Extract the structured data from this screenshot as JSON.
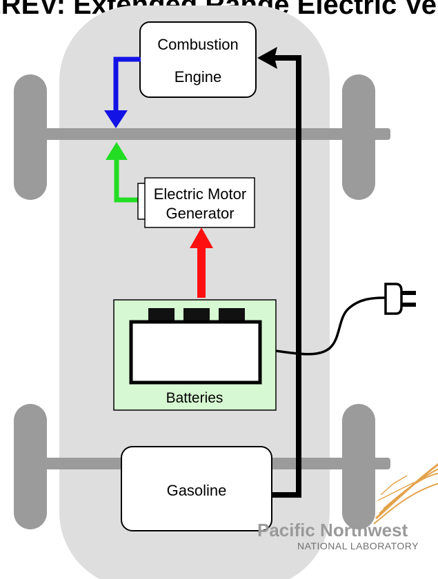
{
  "title": "EREV: Extended Range Electric Vehicle",
  "components": {
    "engine": [
      "Combustion",
      "Engine"
    ],
    "motor": [
      "Electric Motor",
      "Generator"
    ],
    "batteries": "Batteries",
    "gasoline": "Gasoline"
  },
  "logo": {
    "name": "Pacific Northwest",
    "subtitle": "NATIONAL LABORATORY"
  },
  "colors": {
    "chassis": "#dedede",
    "wheel": "#9b9b9b",
    "axle": "#9b9b9b",
    "engine_arrow": "#1313e6",
    "motor_arrow": "#22dd22",
    "battery_arrow": "#ff1010",
    "fuel_line": "#000000",
    "battery_panel": "#d6f8d2",
    "logo_accent": "#e3a24a"
  },
  "icons": [
    "plug-icon",
    "pnnl-logo-icon"
  ]
}
